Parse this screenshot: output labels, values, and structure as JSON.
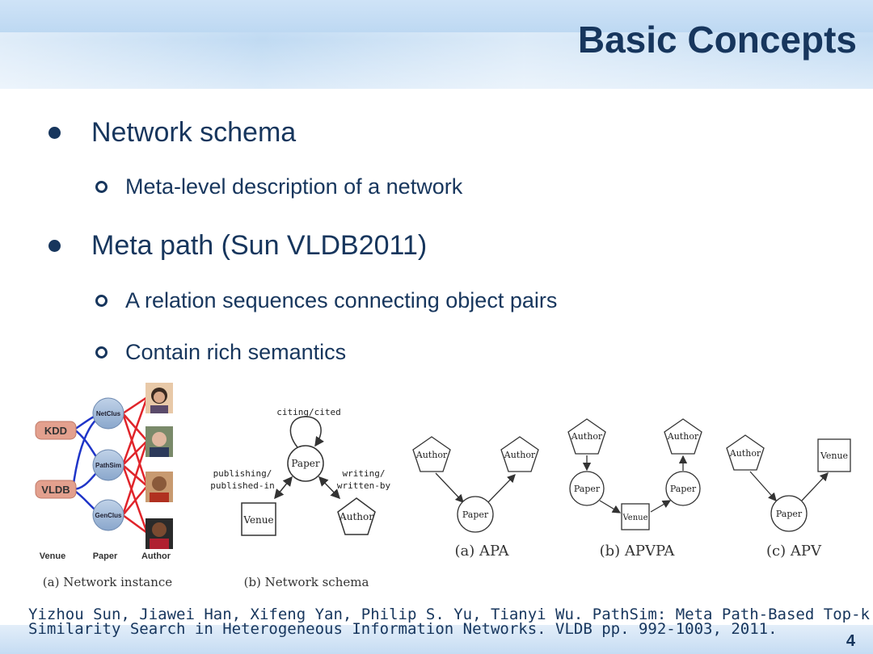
{
  "title": "Basic Concepts",
  "bullets": [
    {
      "text": "Network schema",
      "sub": [
        "Meta-level description of a network"
      ]
    },
    {
      "text": "Meta path (Sun VLDB2011)",
      "sub": [
        "A relation sequences connecting object pairs",
        "Contain rich semantics"
      ]
    }
  ],
  "figure_a": {
    "venues": [
      "KDD",
      "VLDB"
    ],
    "papers": [
      "NetClus",
      "PathSim",
      "GenClus"
    ],
    "col_labels": [
      "Venue",
      "Paper",
      "Author"
    ],
    "caption": "(a) Network instance"
  },
  "figure_b": {
    "self_loop": "citing/cited",
    "center": "Paper",
    "left_edge": [
      "publishing/",
      "published-in"
    ],
    "right_edge": [
      "writing/",
      "written-by"
    ],
    "venue": "Venue",
    "author": "Author",
    "caption": "(b) Network schema"
  },
  "meta_paths": [
    {
      "nodes": [
        "Author",
        "Paper",
        "Author"
      ],
      "caption": "(a) APA"
    },
    {
      "nodes": [
        "Author",
        "Paper",
        "Venue",
        "Paper",
        "Author"
      ],
      "caption": "(b) APVPA"
    },
    {
      "nodes": [
        "Author",
        "Paper",
        "Venue"
      ],
      "caption": "(c) APV"
    }
  ],
  "citation": [
    "Yizhou Sun, Jiawei Han, Xifeng Yan, Philip S. Yu, Tianyi Wu. PathSim: Meta Path-Based Top-k",
    "Similarity Search in Heterogeneous Information Networks. VLDB pp. 992-1003, 2011."
  ],
  "page_number": "4",
  "colors": {
    "title": "#17365d",
    "venue_box": "#e3a08e",
    "paper_node": "#9db6d6",
    "blue_edge": "#1f35c8",
    "red_edge": "#e0242a"
  }
}
